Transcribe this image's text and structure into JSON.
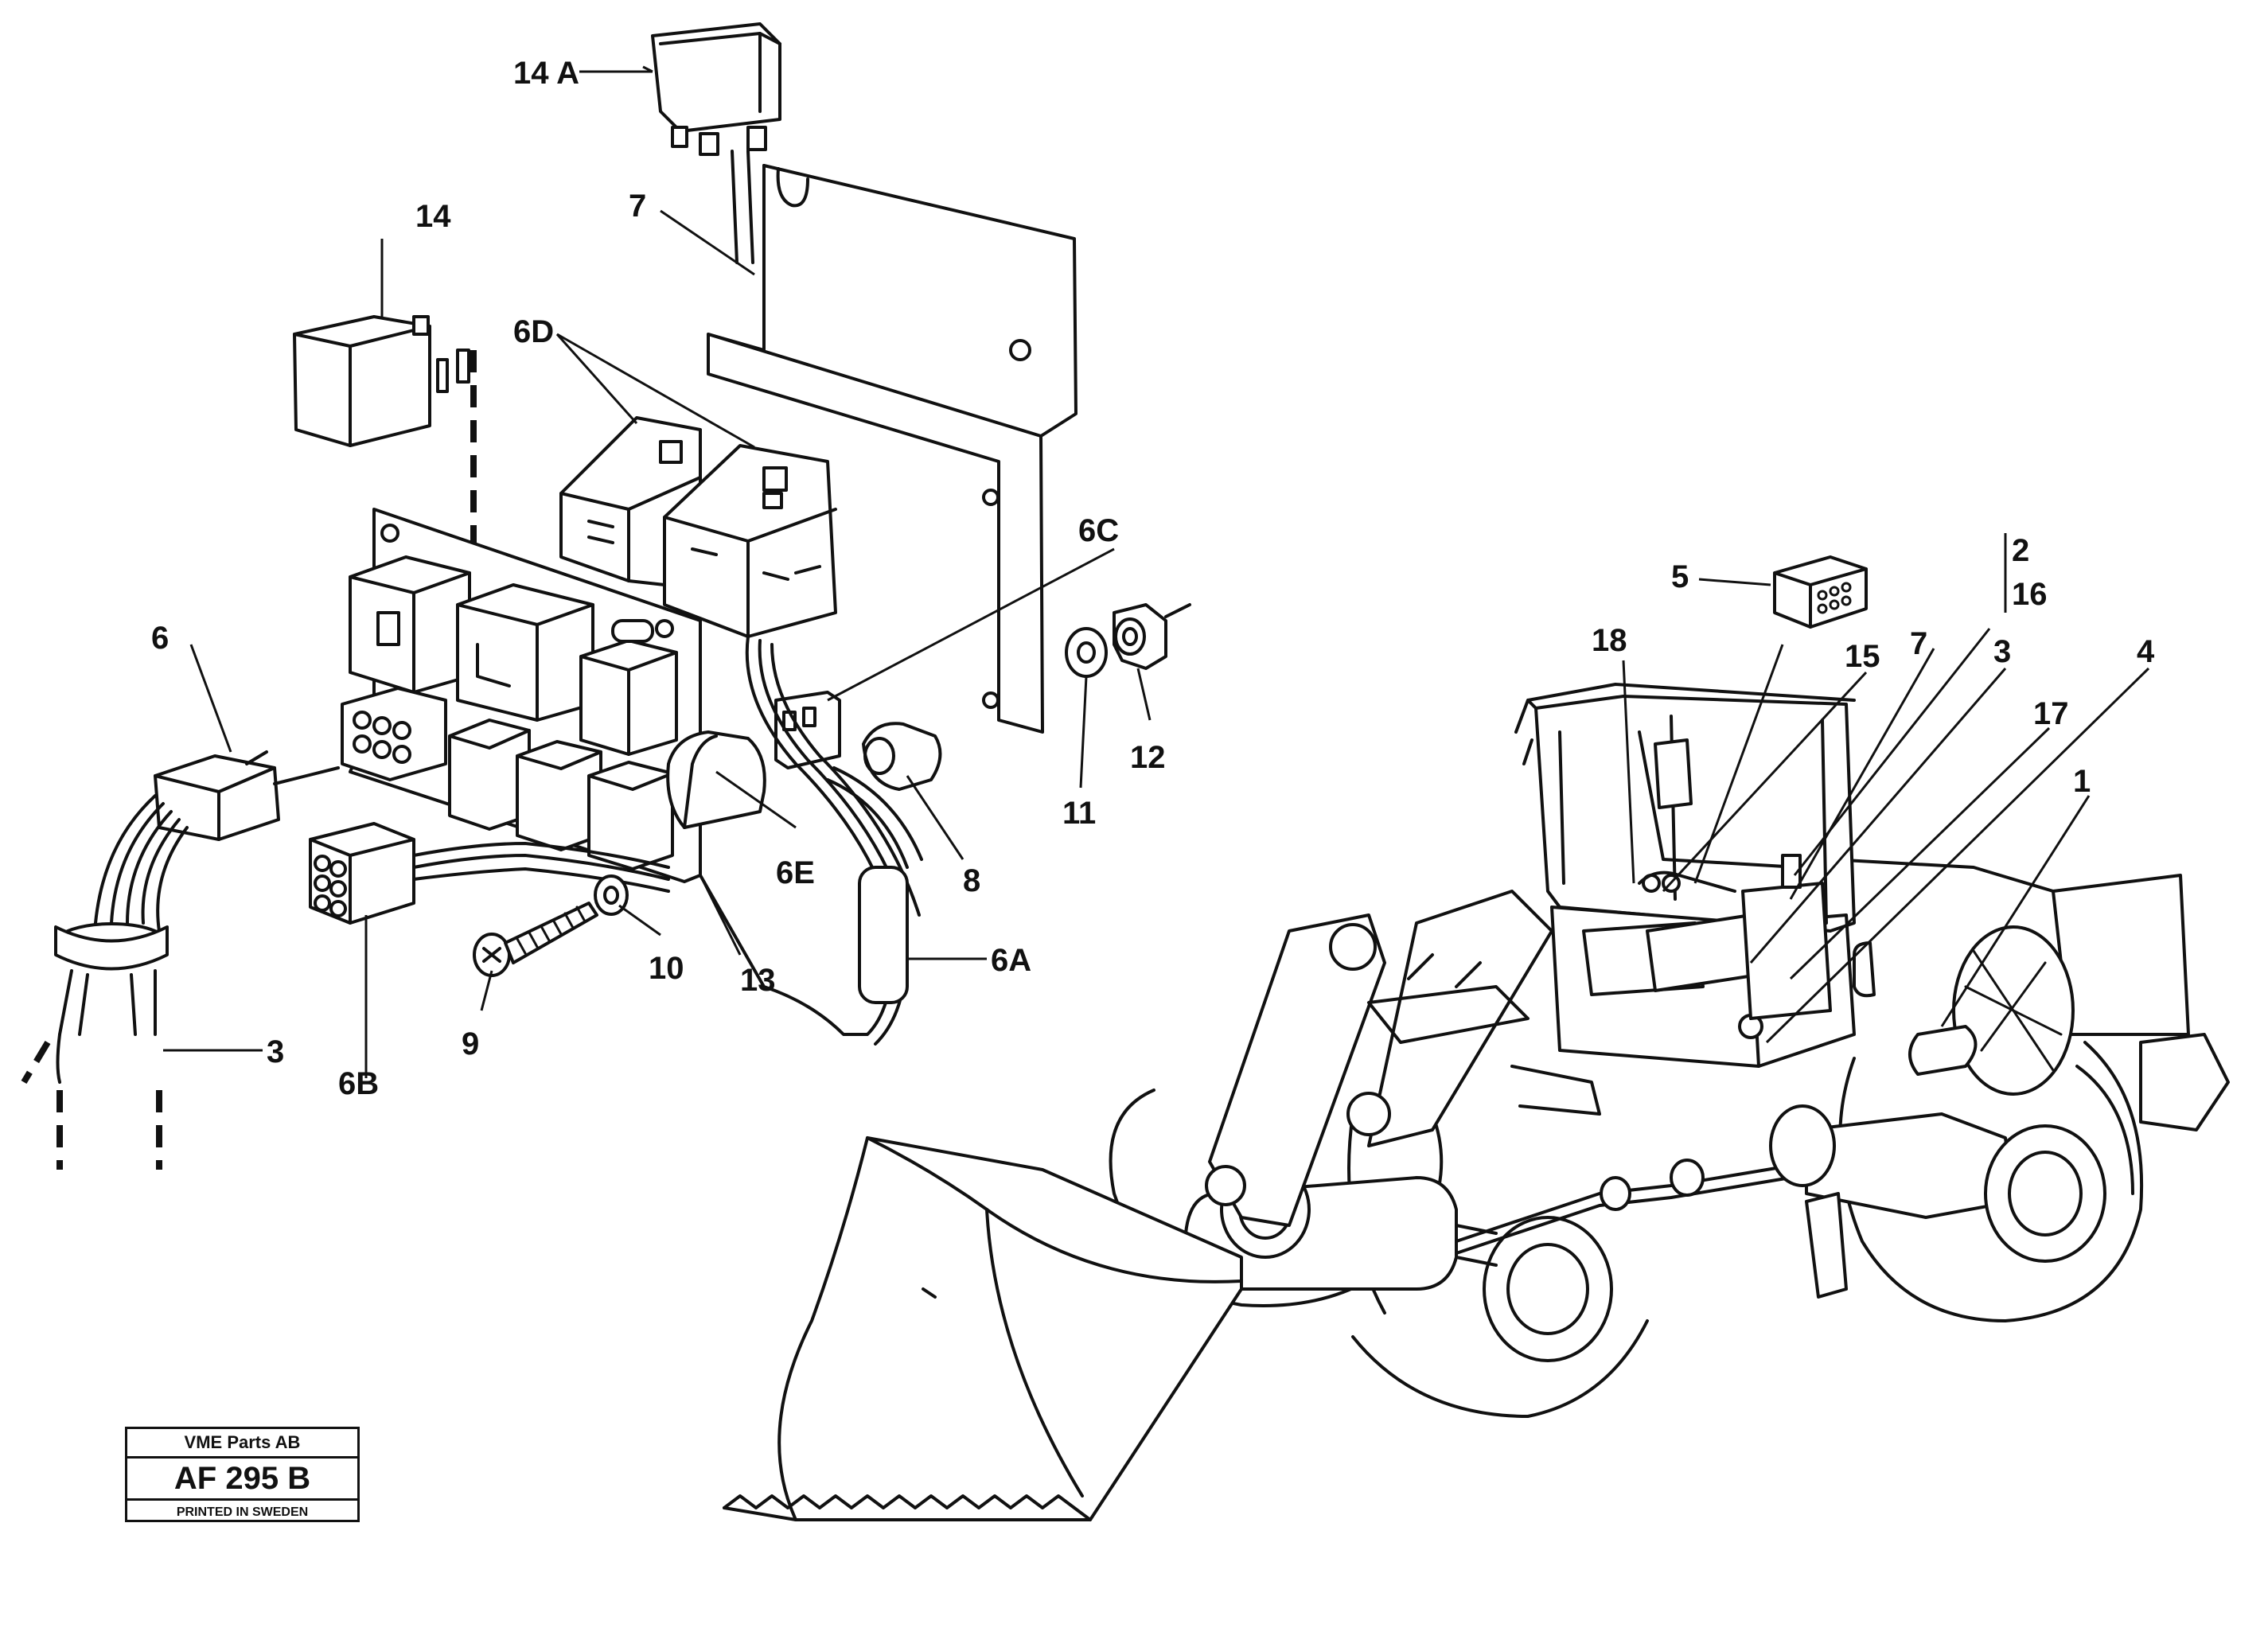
{
  "callouts": {
    "c14A": "14 A",
    "c14": "14",
    "c7_top": "7",
    "c6D": "6D",
    "c6C": "6C",
    "c6": "6",
    "c3_left": "3",
    "c6B": "6B",
    "c9": "9",
    "c10": "10",
    "c13": "13",
    "c6E": "6E",
    "c8": "8",
    "c6A": "6A",
    "c11": "11",
    "c12": "12",
    "c5": "5",
    "c2": "2",
    "c16": "16",
    "c18": "18",
    "c15": "15",
    "c7_right": "7",
    "c3_right": "3",
    "c4": "4",
    "c17": "17",
    "c1": "1"
  },
  "stamp": {
    "company": "VME Parts AB",
    "doc_number": "AF 295 B",
    "printed": "PRINTED IN SWEDEN"
  },
  "colors": {
    "ink": "#111111",
    "paper": "#ffffff"
  }
}
